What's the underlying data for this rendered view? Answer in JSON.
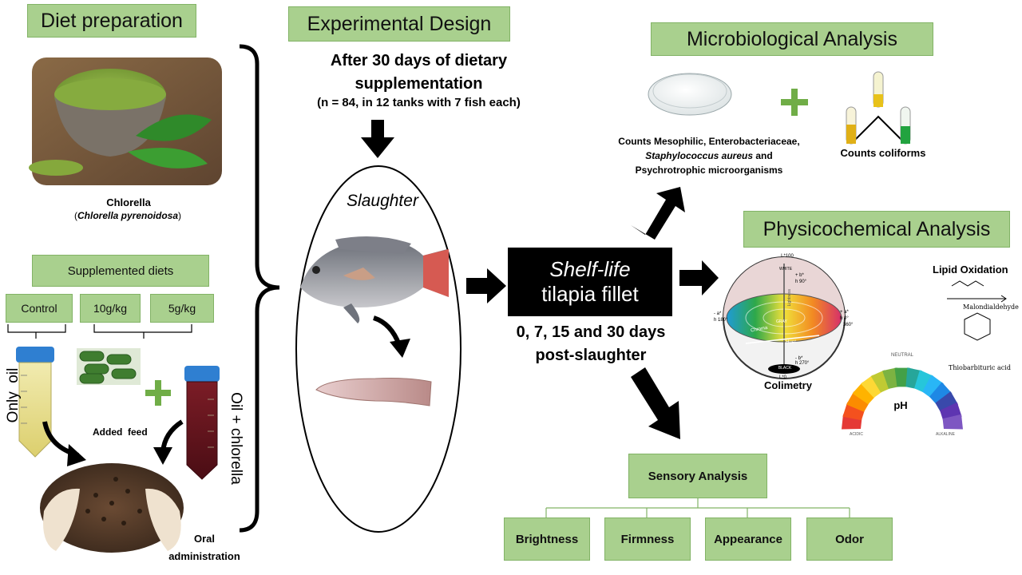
{
  "diet": {
    "title": "Diet preparation",
    "chlorella_name": "Chlorella",
    "chlorella_sci_open": "(",
    "chlorella_sci": "Chlorella pyrenoidosa",
    "chlorella_sci_close": ")",
    "supplemented_title": "Supplemented diets",
    "control": "Control",
    "dose1": "10g/kg",
    "dose2": "5g/kg",
    "only_oil": "Only  oil",
    "oil_chlorella": "Oil + chlorella",
    "added_feed": "Added  feed",
    "oral": "Oral\nadministration"
  },
  "design": {
    "title": "Experimental Design",
    "after": "After 30 days of dietary\nsupplementation",
    "n": "(n = 84, in 12 tanks with 7 fish each)",
    "slaughter": "Slaughter"
  },
  "shelf": {
    "line1": "Shelf-life",
    "line2": "tilapia fillet",
    "days": "0, 7, 15 and 30 days\npost-slaughter"
  },
  "micro": {
    "title": "Microbiological Analysis",
    "counts_a": "Counts Mesophilic, Enterobacteriaceae,",
    "counts_b_italic": "Staphylococcus aureus",
    "counts_b_rest": " and",
    "counts_c": "Psychrotrophic microorganisms",
    "coliforms": "Counts coliforms"
  },
  "physico": {
    "title": "Physicochemical Analysis",
    "lipid": "Lipid Oxidation",
    "malon": "Malondialdehyde",
    "tba": "Thiobarbituric acid",
    "colimetry": "Colimetry",
    "ph": "pH",
    "neutral": "NEUTRAL",
    "acidic": "ACIDIC",
    "alkaline": "ALKALINE",
    "l100": "L*100",
    "l0": "L*0",
    "white": "WHITE",
    "black": "BLACK",
    "b_plus": "+ b*",
    "h90": "h 90°",
    "b_minus": "- b*",
    "h270": "h 270°",
    "a_minus": "- a*",
    "h180": "h 180°",
    "a_plus": "+ a*",
    "h0": "h 0°",
    "h360": "360°",
    "chroma": "Chroma",
    "hue": "Hue°",
    "gray": "GRAY",
    "lightness": "Lightness"
  },
  "sensory": {
    "title": "Sensory  Analysis",
    "items": [
      "Brightness",
      "Firmness",
      "Appearance",
      "Odor"
    ]
  },
  "colors": {
    "box_green": "#a9d08e",
    "plus_green": "#70ad47",
    "arrow": "#000000"
  }
}
